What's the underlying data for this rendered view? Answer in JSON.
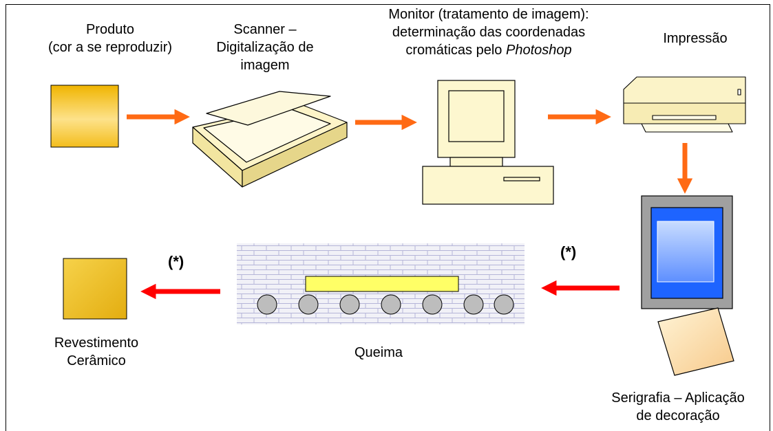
{
  "labels": {
    "produto": [
      "Produto",
      "(cor a se reproduzir)"
    ],
    "scanner": [
      "Scanner –",
      "Digitalização de",
      "imagem"
    ],
    "monitor": [
      "Monitor (tratamento de imagem):",
      "determinação das coordenadas"
    ],
    "monitor_line3_prefix": "cromáticas pelo ",
    "monitor_line3_italic": "Photoshop",
    "impressao": "Impressão",
    "serigrafia": [
      "Serigrafia – Aplicação",
      "de decoração"
    ],
    "queima": "Queima",
    "revestimento": [
      "Revestimento",
      "Cerâmico"
    ],
    "mark_left": "(*)",
    "mark_right": "(*)"
  },
  "icons": {
    "product": "product-tile-icon",
    "scanner": "flatbed-scanner-icon",
    "computer": "desktop-computer-icon",
    "printer": "printer-icon",
    "screen": "silkscreen-frame-icon",
    "kiln": "kiln-roller-icon",
    "tile": "ceramic-tile-icon"
  },
  "colors": {
    "orange_arrow": "#ff6a14",
    "red_arrow": "#ff0000",
    "tile_gold": "#f5c518",
    "cream": "#fdf7cf",
    "blue_screen": "#1e64ff",
    "gray_frame": "#a0a0a0",
    "kiln_bar": "#ffff66",
    "roller": "#bdbdbd"
  }
}
